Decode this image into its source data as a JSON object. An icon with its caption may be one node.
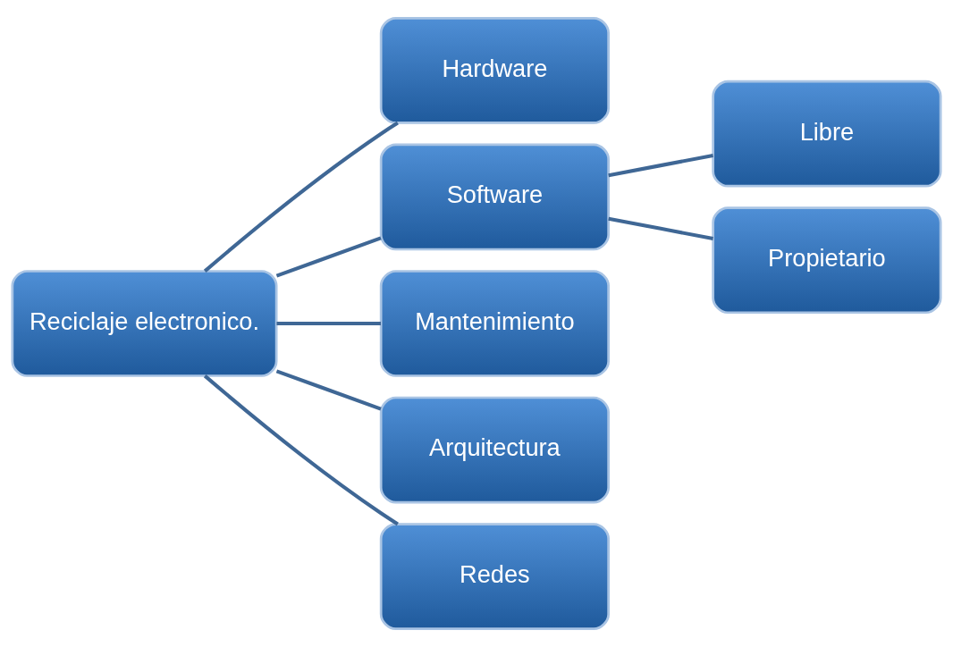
{
  "diagram": {
    "nodes": [
      {
        "text": [
          "Reciclaje electronico."
        ]
      },
      {
        "text": [
          "Hardware"
        ]
      },
      {
        "text": [
          "Software"
        ]
      },
      {
        "text": [
          "Libre"
        ]
      },
      {
        "text": [
          "Propietario"
        ]
      },
      {
        "text": [
          "Mantenimiento"
        ]
      },
      {
        "text": [
          "Arquitectura"
        ]
      },
      {
        "text": [
          "Redes"
        ]
      }
    ],
    "edges": [
      {
        "from": 0,
        "to": 1,
        "arrow": "none"
      },
      {
        "from": 0,
        "to": 2,
        "arrow": "none"
      },
      {
        "from": 2,
        "to": 3,
        "arrow": "none"
      },
      {
        "from": 2,
        "to": 4,
        "arrow": "none"
      },
      {
        "from": 0,
        "to": 5,
        "arrow": "none"
      },
      {
        "from": 0,
        "to": 6,
        "arrow": "none"
      },
      {
        "from": 0,
        "to": 7,
        "arrow": "none"
      }
    ]
  }
}
